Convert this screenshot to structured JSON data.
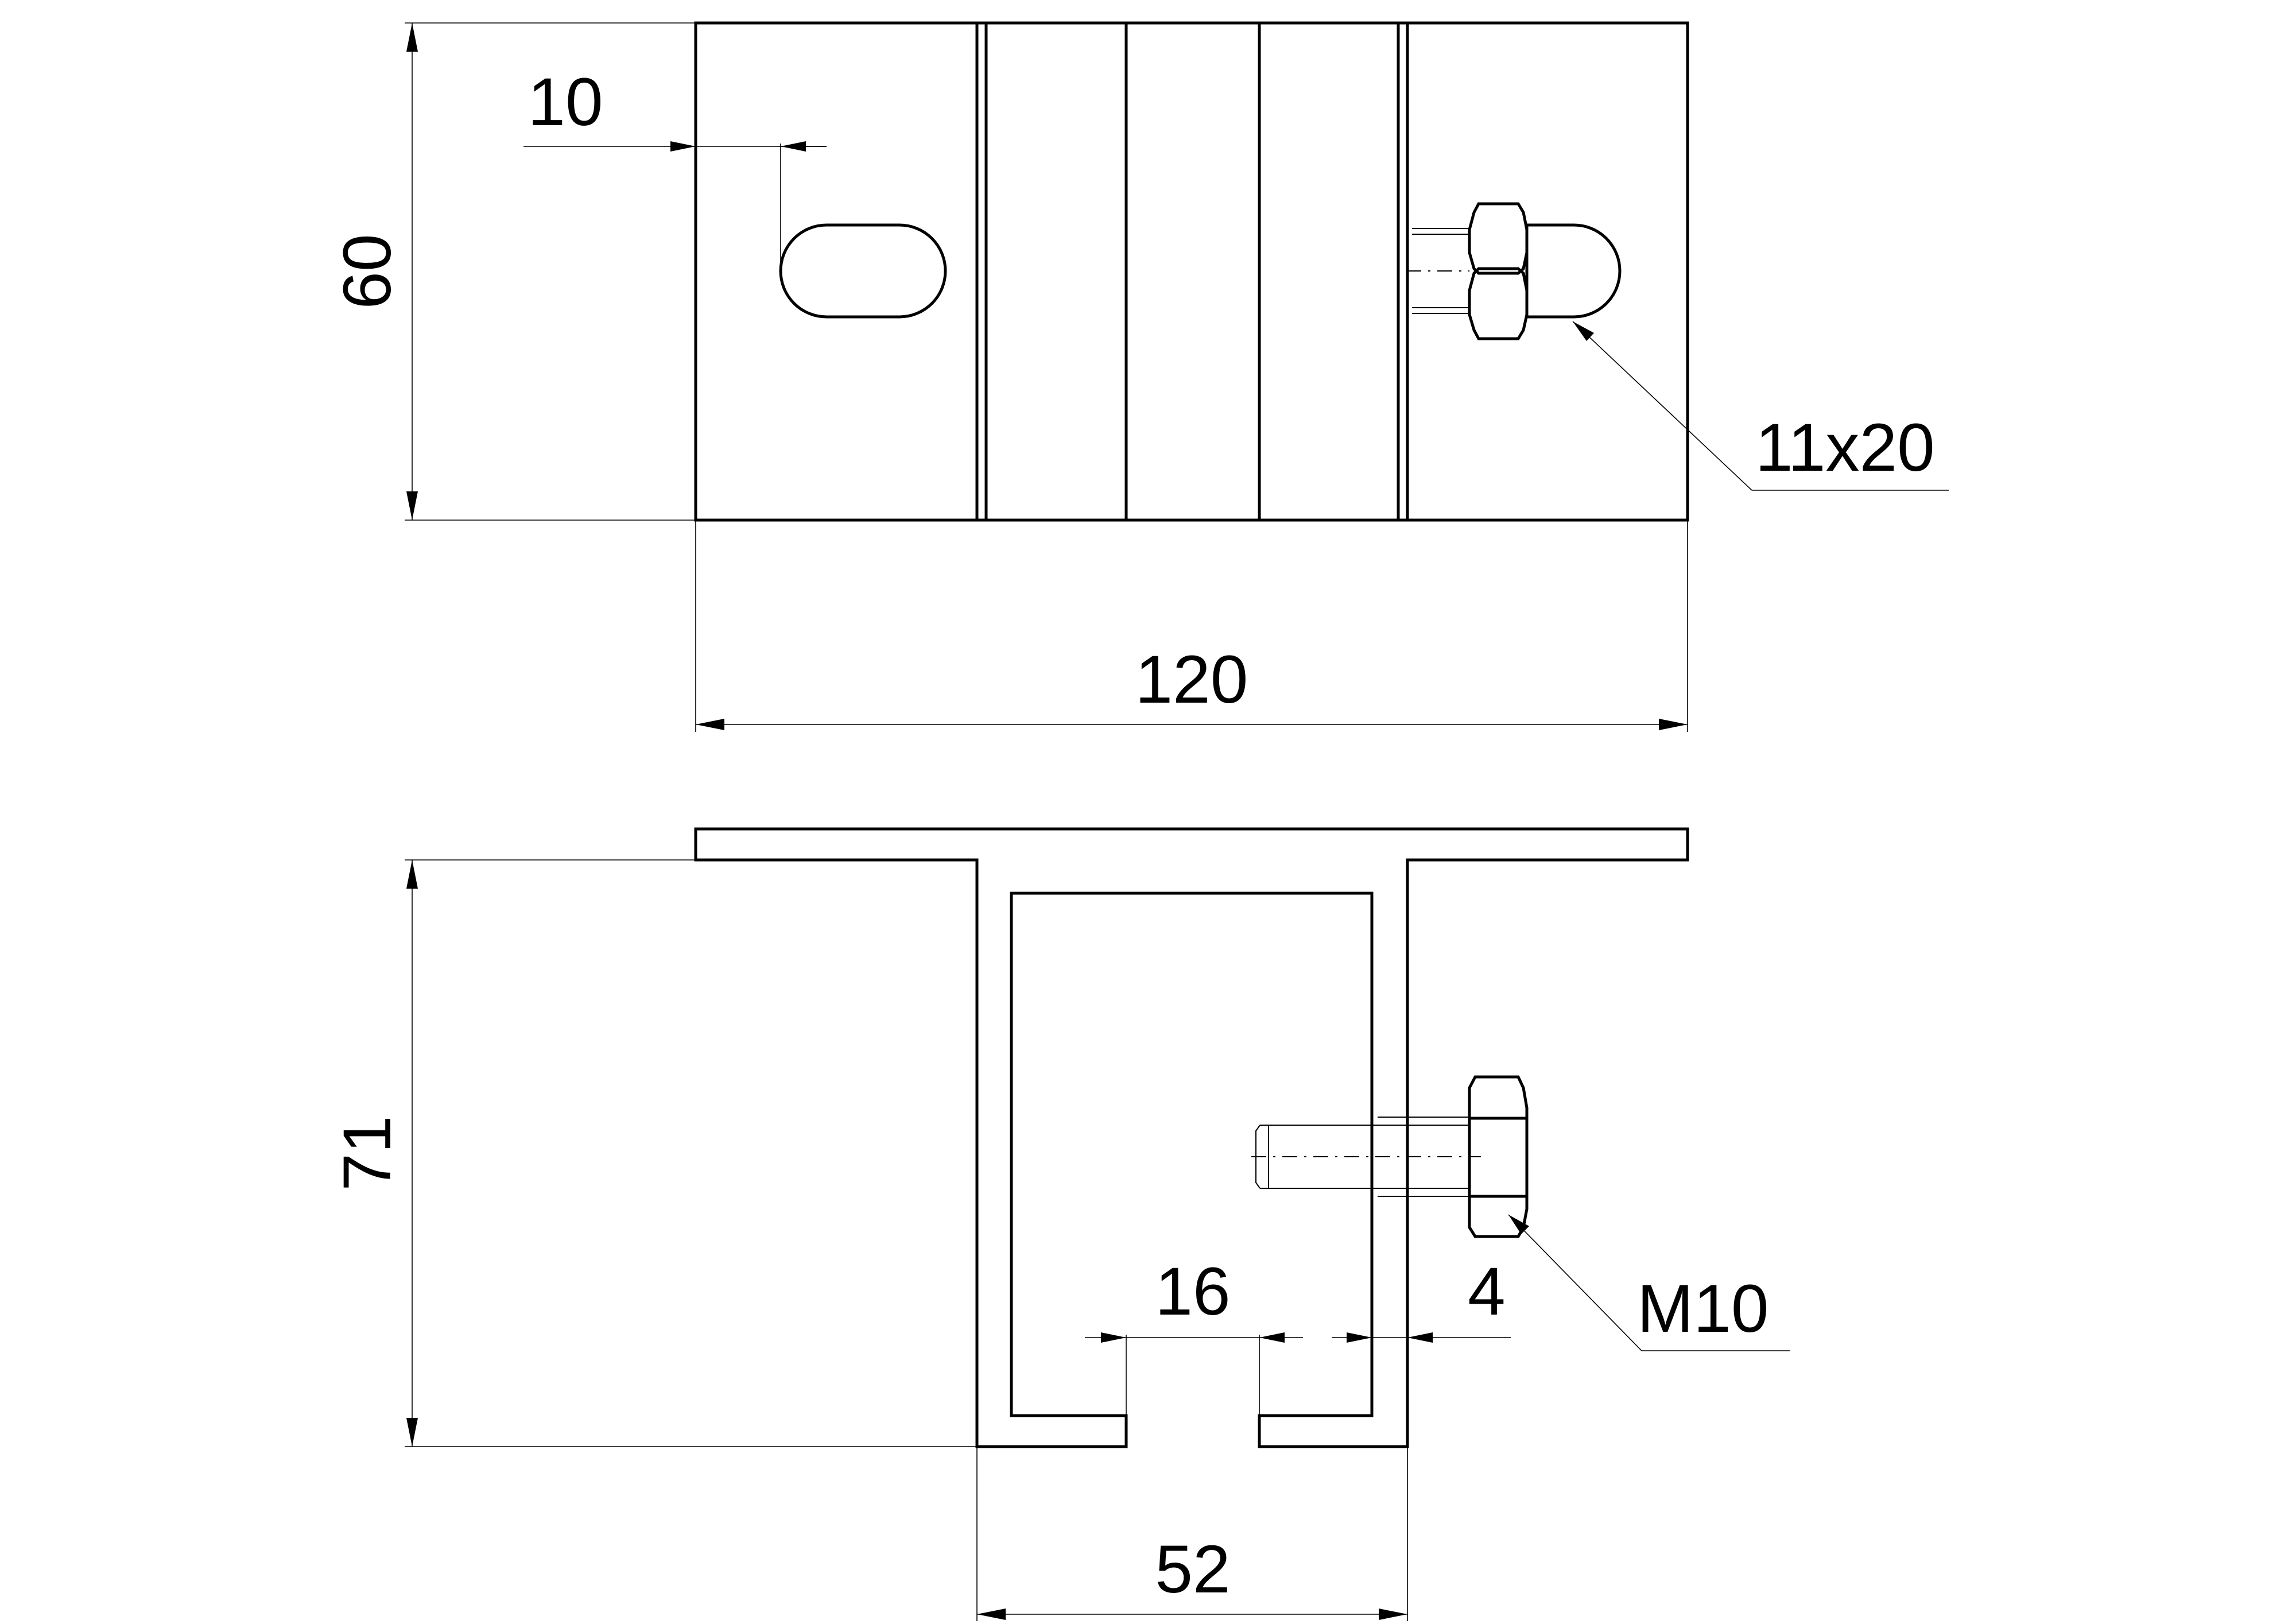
{
  "dimensions": {
    "height_top": "60",
    "hole_offset": "10",
    "width_total": "120",
    "slot_size": "11x20",
    "height_profile": "71",
    "opening": "16",
    "wall_thickness": "4",
    "bolt": "M10",
    "profile_width": "52"
  }
}
